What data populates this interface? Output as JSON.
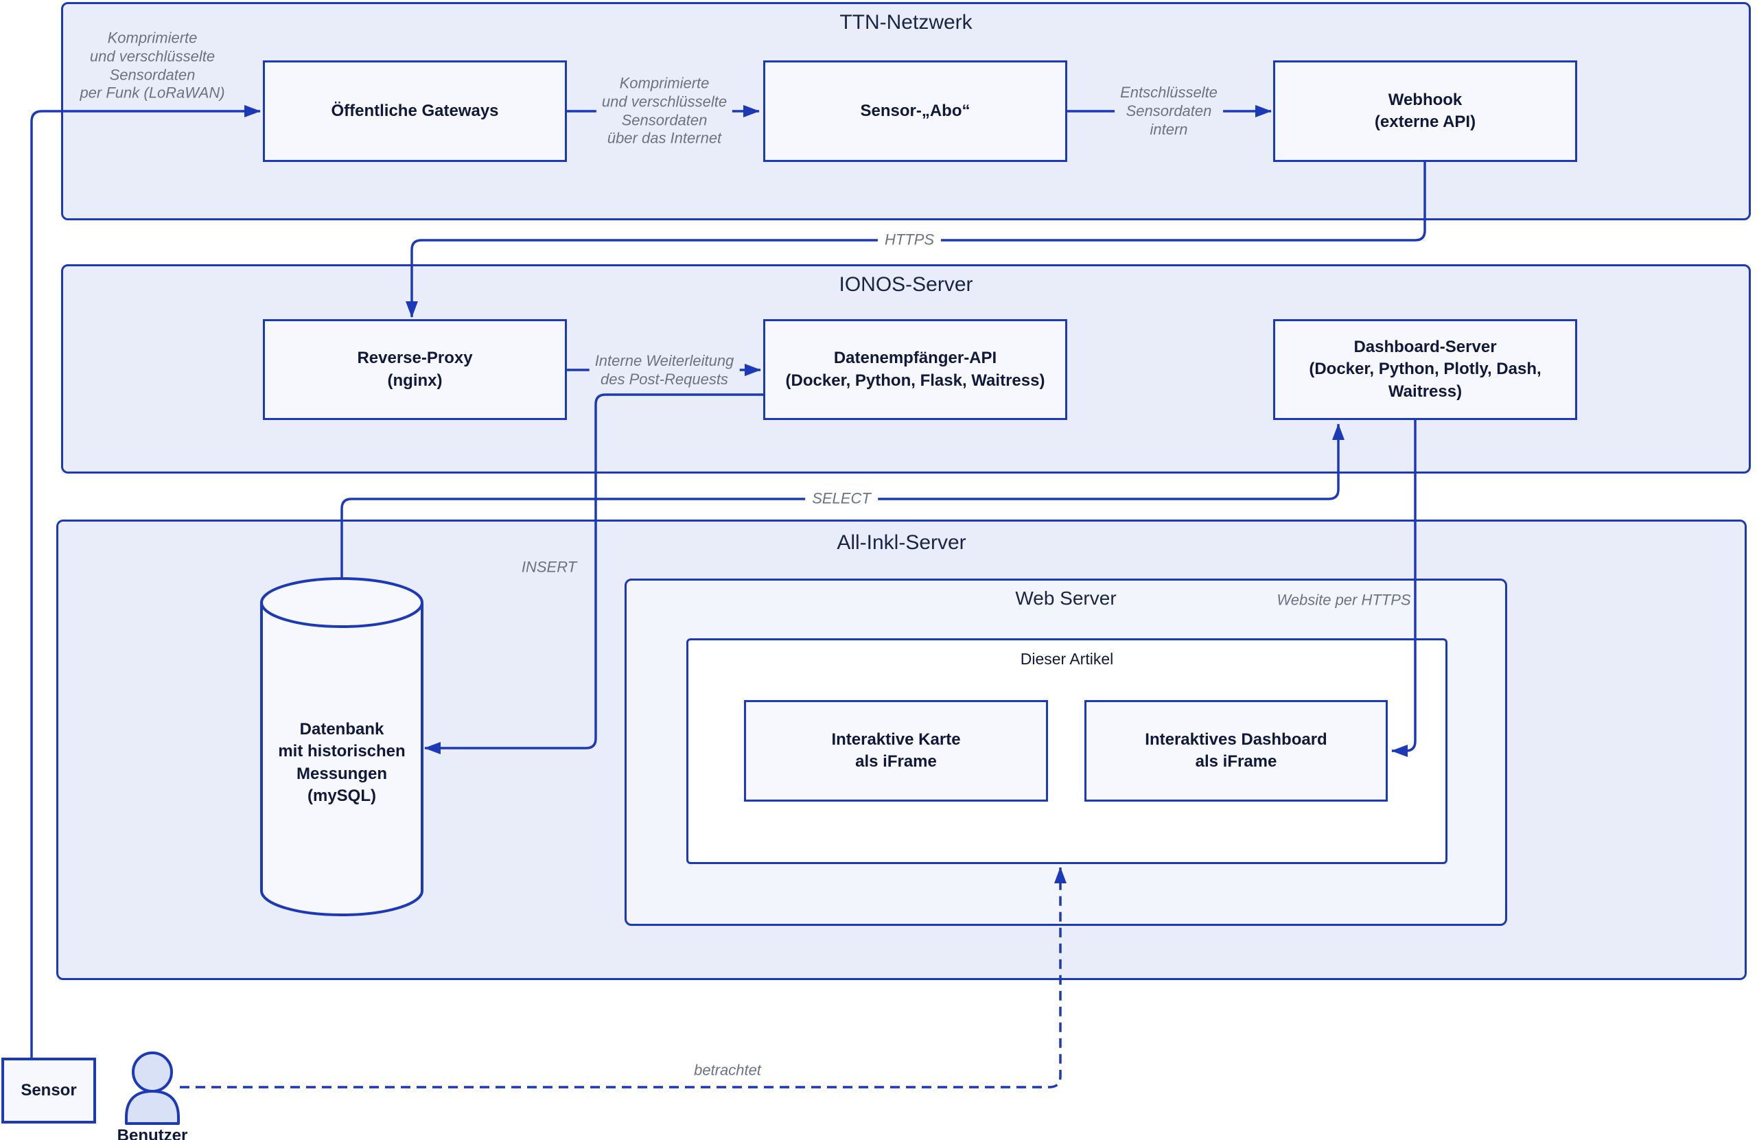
{
  "containers": {
    "ttn": {
      "title": "TTN-Netzwerk"
    },
    "ionos": {
      "title": "IONOS-Server"
    },
    "allinkl": {
      "title": "All-Inkl-Server"
    },
    "webserver": {
      "title": "Web Server"
    },
    "artikel": {
      "title": "Dieser Artikel"
    }
  },
  "nodes": {
    "gateways": {
      "label": "Öffentliche Gateways"
    },
    "abo": {
      "label": "Sensor-„Abo“"
    },
    "webhook": {
      "label": "Webhook\n(externe API)"
    },
    "proxy": {
      "label": "Reverse-Proxy\n(nginx)"
    },
    "api": {
      "label": "Datenempfänger-API\n(Docker, Python, Flask, Waitress)"
    },
    "dashboard": {
      "label": "Dashboard-Server\n(Docker, Python, Plotly, Dash, Waitress)"
    },
    "database": {
      "label": "Datenbank\nmit historischen\nMessungen\n(mySQL)"
    },
    "karte": {
      "label": "Interaktive Karte\nals iFrame"
    },
    "dashboard_iframe": {
      "label": "Interaktives Dashboard\nals iFrame"
    },
    "sensor": {
      "label": "Sensor"
    },
    "benutzer": {
      "label": "Benutzer"
    }
  },
  "edge_labels": {
    "lorawan": "Komprimierte\nund verschlüsselte\nSensordaten\nper Funk (LoRaWAN)",
    "internet": "Komprimierte\nund verschlüsselte\nSensordaten\nüber das Internet",
    "intern": "Entschlüsselte\nSensordaten\nintern",
    "https": "HTTPS",
    "weiterleitung": "Interne Weiterleitung\ndes Post-Requests",
    "select": "SELECT",
    "insert": "INSERT",
    "website": "Website per HTTPS",
    "betrachtet": "betrachtet"
  },
  "colors": {
    "line_blue": "#1c3ab8",
    "container_fill": "#e9edf9",
    "webserver_fill": "#f3f5fc",
    "artikel_fill": "#ffffff",
    "node_fill": "#f6f8fd",
    "person_fill": "#d9e1f6",
    "text_navy": "#131c3f",
    "label_gray": "#6b7280"
  }
}
